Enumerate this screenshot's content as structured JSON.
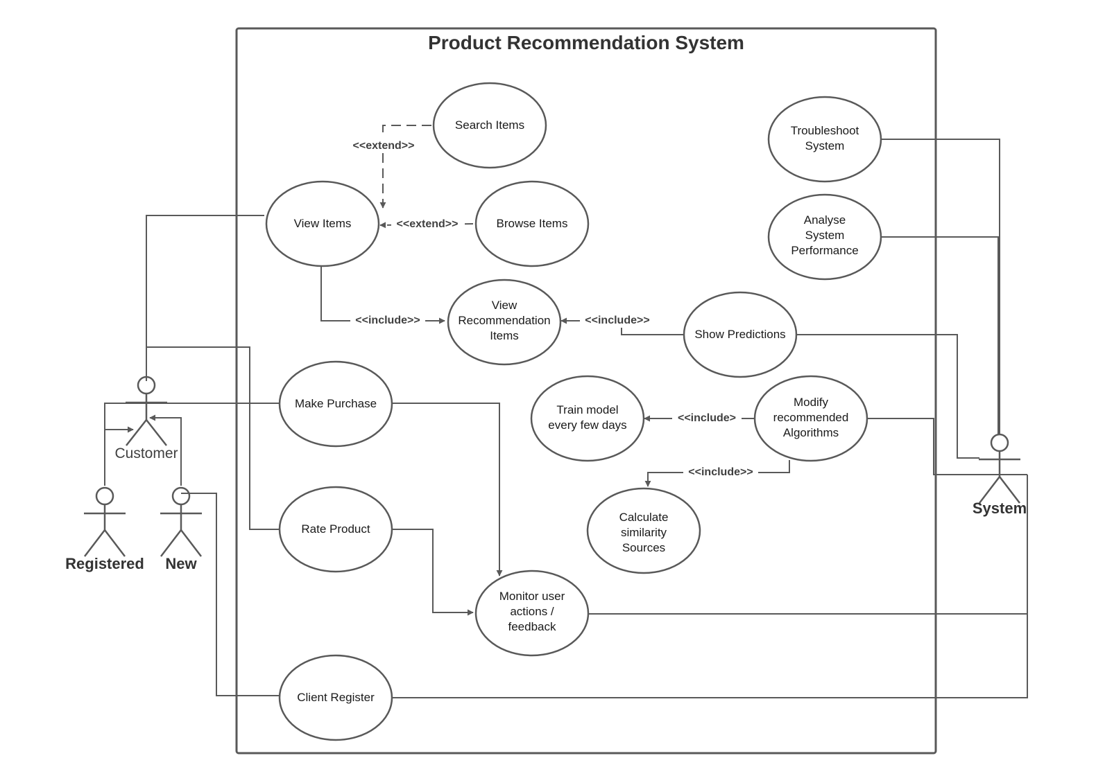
{
  "diagram": {
    "title": "Product Recommendation System",
    "use_cases": {
      "search_items": [
        "Search Items"
      ],
      "view_items": [
        "View Items"
      ],
      "browse_items": [
        "Browse Items"
      ],
      "view_recommendation_items": [
        "View",
        "Recommendation",
        "Items"
      ],
      "show_predictions": [
        "Show Predictions"
      ],
      "troubleshoot_system": [
        "Troubleshoot",
        "System"
      ],
      "analyse_system_performance": [
        "Analyse",
        "System",
        "Performance"
      ],
      "make_purchase": [
        "Make Purchase"
      ],
      "train_model": [
        "Train model",
        "every few days"
      ],
      "modify_algorithms": [
        "Modify",
        "recommended",
        "Algorithms"
      ],
      "calculate_similarity": [
        "Calculate",
        "similarity",
        "Sources"
      ],
      "rate_product": [
        "Rate Product"
      ],
      "monitor_user_actions": [
        "Monitor user",
        "actions /",
        "feedback"
      ],
      "client_register": [
        "Client Register"
      ]
    },
    "relations": {
      "extend_search": "<<extend>>",
      "extend_browse": "<<extend>>",
      "include_view_recommendation": "<<include>>",
      "include_show_predictions": "<<include>>",
      "include_train_model": "<<include>",
      "include_calculate_similarity": "<<include>>"
    },
    "actors": {
      "customer": "Customer",
      "registered": "Registered",
      "new": "New",
      "system": "System"
    }
  }
}
